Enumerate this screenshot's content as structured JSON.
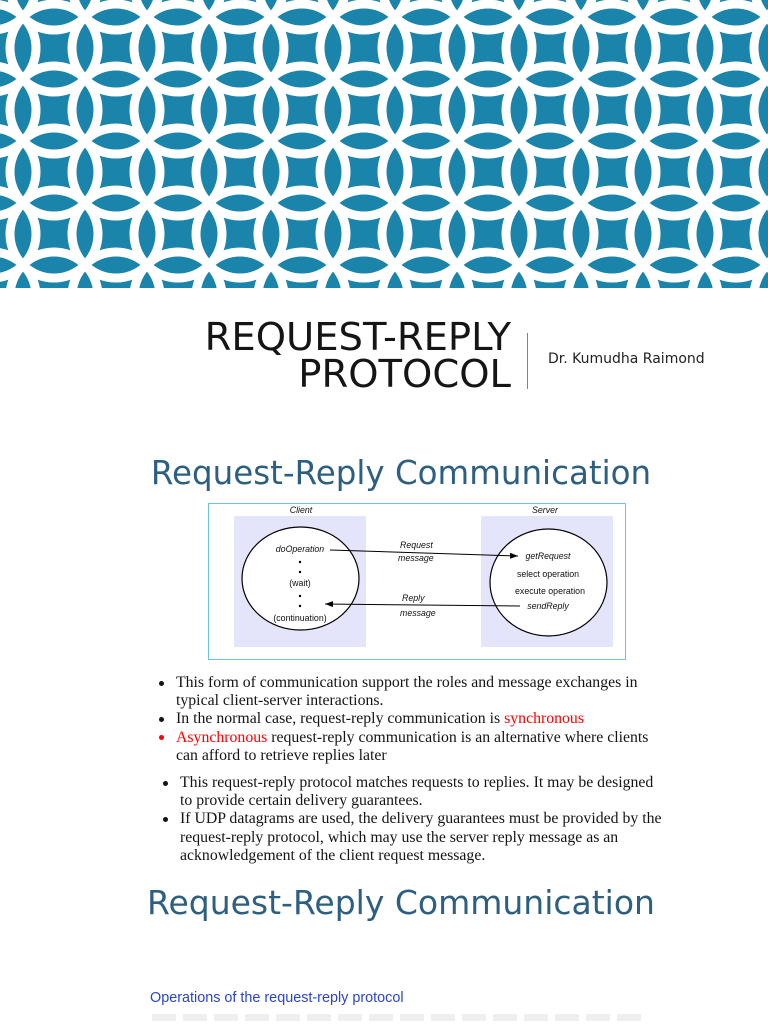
{
  "banner": {
    "background": "#1b84aa",
    "ring_color": "#ffffff"
  },
  "colors": {
    "heading": "#2d5f80",
    "highlight": "#ff0000",
    "divider": "#3a9fc3",
    "caption": "#2a45c9",
    "diagram_border": "#6cc6e0",
    "diagram_panel": "#e4e4fa"
  },
  "title": {
    "line1": "REQUEST-REPLY",
    "line2": "PROTOCOL",
    "author": "Dr. Kumudha Raimond"
  },
  "slide1": {
    "heading": "Request-Reply Communication",
    "diagram": {
      "client_label": "Client",
      "server_label": "Server",
      "client": {
        "do_operation": "doOperation",
        "wait": "(wait)",
        "continuation": "(continuation)"
      },
      "server": {
        "get_request": "getRequest",
        "select": "select operation",
        "execute": "execute operation",
        "send_reply": "sendReply"
      },
      "request_message": {
        "line1": "Request",
        "line2": "message"
      },
      "reply_message": {
        "line1": "Reply",
        "line2": "message"
      }
    },
    "list_a": [
      {
        "line1": "This form of communication support the roles and message exchanges in",
        "line2": "typical client-server interactions."
      },
      {
        "text": "In the normal case, request-reply communication is ",
        "highlight": "synchronous"
      },
      {
        "highlight": "Asynchronous",
        "text": " request-reply communication is an alternative where clients",
        "line2": "can afford to retrieve replies later"
      }
    ],
    "list_b": [
      {
        "line1": "This request-reply protocol matches requests to replies. It may be designed",
        "line2": "to provide certain delivery guarantees."
      },
      {
        "line1": "If UDP datagrams are used, the delivery guarantees must be provided by the",
        "line2": "request-reply protocol, which may use the server reply message as an",
        "line3": "acknowledgement of the client request message."
      }
    ]
  },
  "slide2": {
    "heading": "Request-Reply Communication",
    "caption": "Operations of the request-reply protocol"
  }
}
